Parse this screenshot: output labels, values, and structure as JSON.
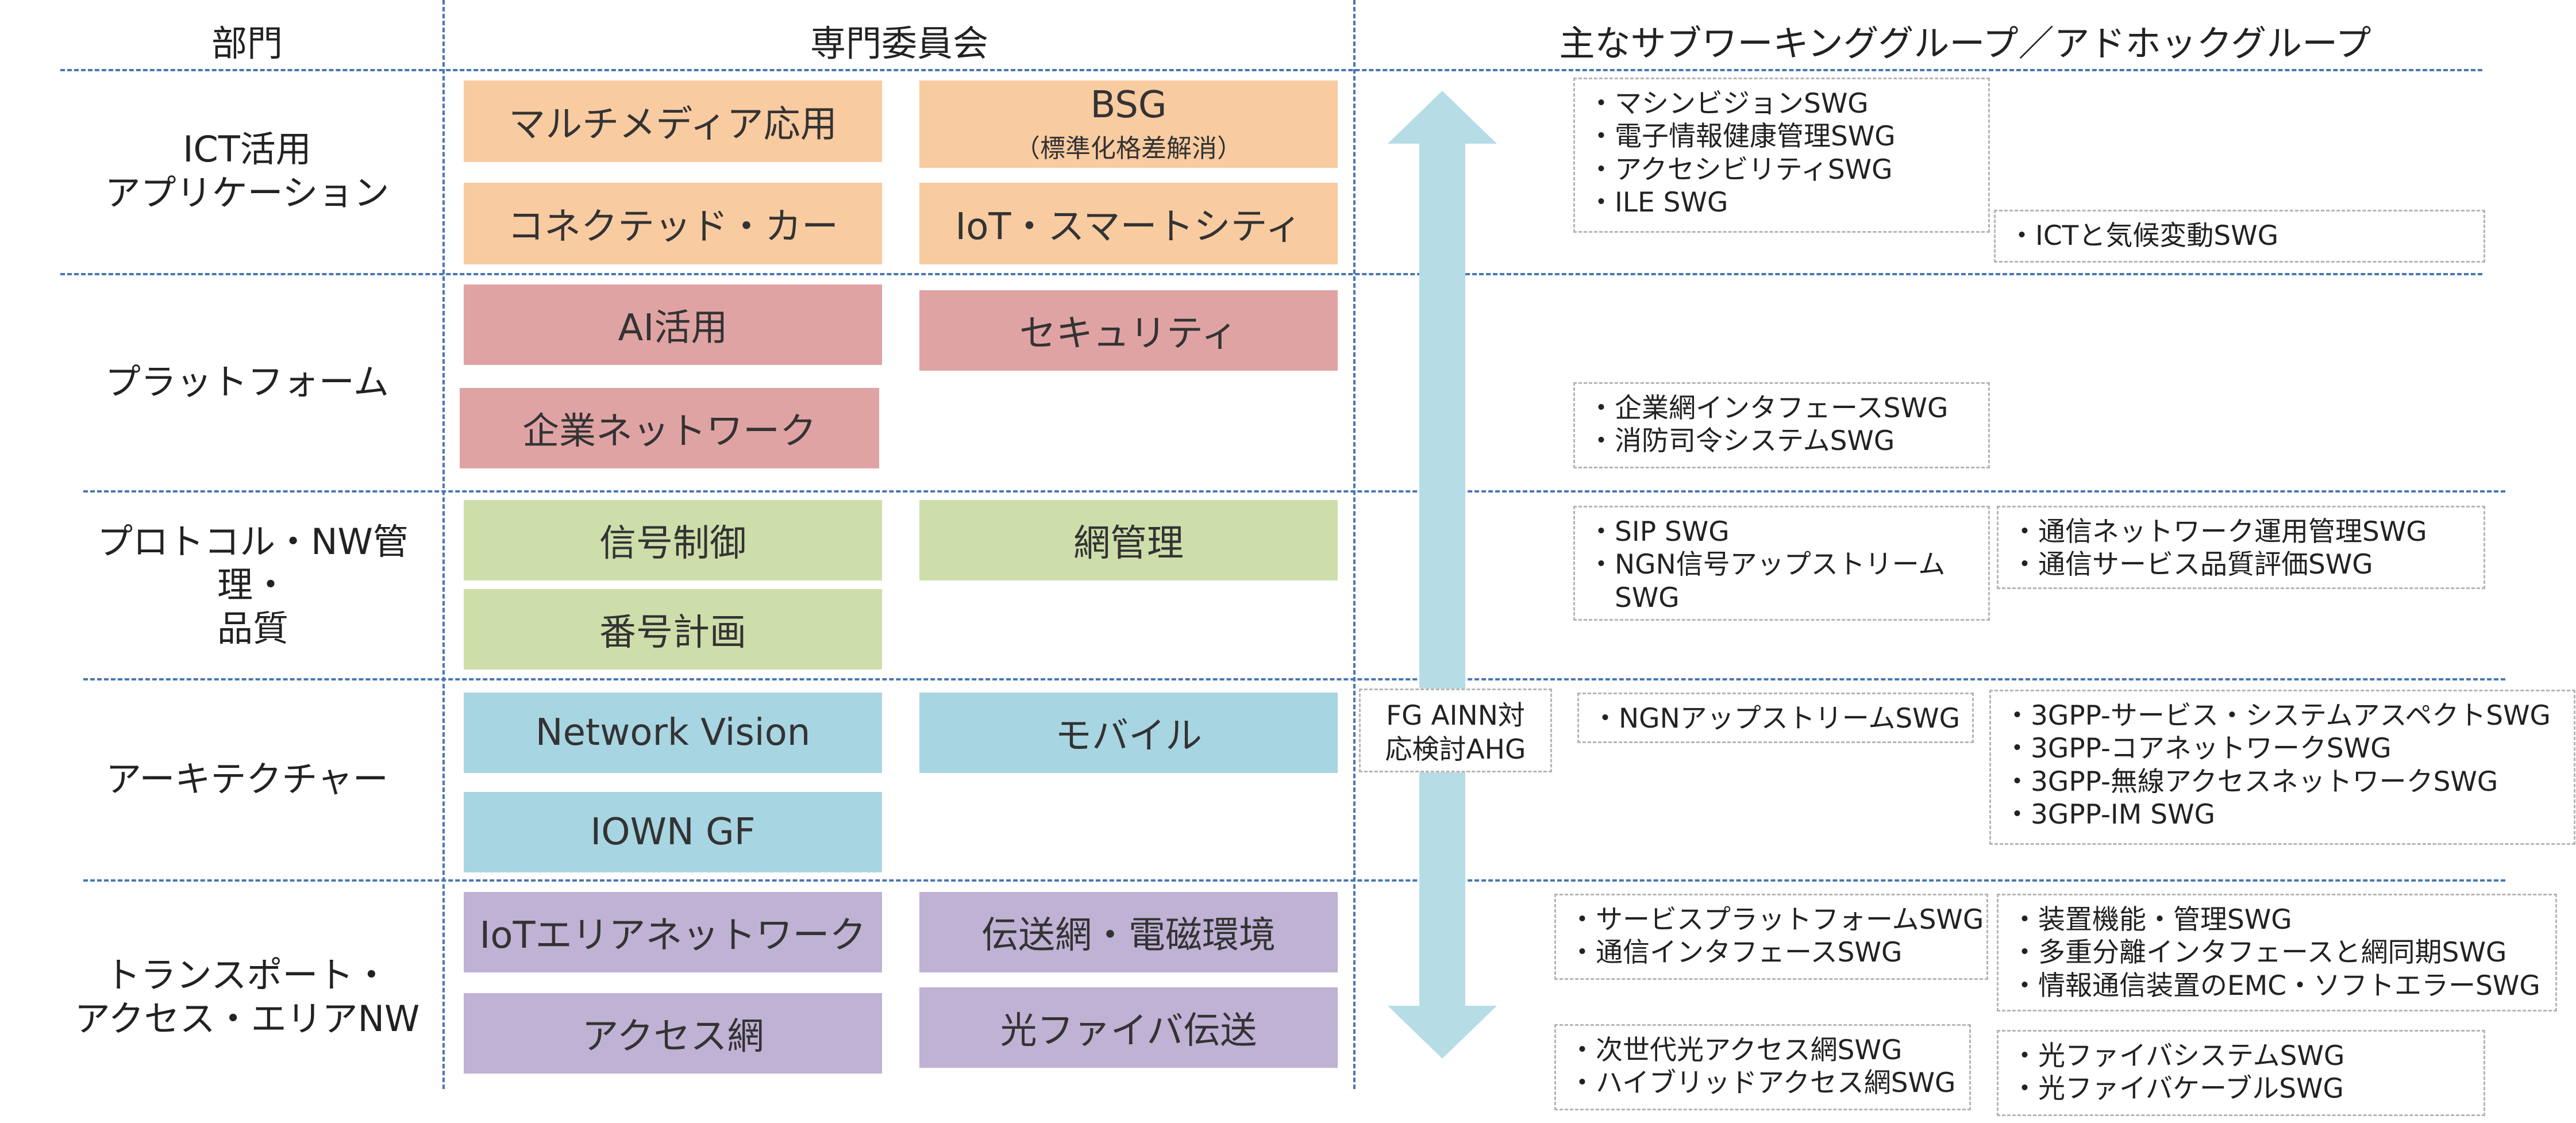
{
  "header": {
    "division": "部門",
    "committee": "専門委員会",
    "working_groups": "主なサブワーキンググループ／アドホックグループ"
  },
  "divisions": [
    {
      "label_lines": [
        "ICT活用",
        "アプリケーション"
      ],
      "committees": [
        {
          "label": "マルチメディア応用"
        },
        {
          "label": "BSG",
          "sub": "（標準化格差解消）"
        },
        {
          "label": "コネクテッド・カー"
        },
        {
          "label": "IoT・スマートシティ"
        }
      ],
      "wg_groups": [
        [
          "・マシンビジョンSWG",
          "・電子情報健康管理SWG",
          "・アクセシビリティSWG",
          "・ILE SWG"
        ],
        [
          "・ICTと気候変動SWG"
        ]
      ]
    },
    {
      "label_lines": [
        "プラットフォーム"
      ],
      "committees": [
        {
          "label": "AI活用"
        },
        {
          "label": "セキュリティ"
        },
        {
          "label": "企業ネットワーク"
        }
      ],
      "wg_groups": [
        [
          "・企業網インタフェースSWG",
          "・消防司令システムSWG"
        ]
      ]
    },
    {
      "label_lines": [
        "プロトコル・NW管理・",
        "品質"
      ],
      "committees": [
        {
          "label": "信号制御"
        },
        {
          "label": "網管理"
        },
        {
          "label": "番号計画"
        }
      ],
      "wg_groups": [
        [
          "・SIP SWG",
          "・NGN信号アップストリーム",
          "　SWG"
        ],
        [
          "・通信ネットワーク運用管理SWG",
          "・通信サービス品質評価SWG"
        ]
      ]
    },
    {
      "label_lines": [
        "アーキテクチャー"
      ],
      "committees": [
        {
          "label": "Network Vision"
        },
        {
          "label": "モバイル"
        },
        {
          "label": "IOWN GF"
        }
      ],
      "ahg": [
        "FG AINN対",
        "応検討AHG"
      ],
      "wg_groups": [
        [
          "・NGNアップストリームSWG"
        ],
        [
          "・3GPP-サービス・システムアスペクトSWG",
          "・3GPP-コアネットワークSWG",
          "・3GPP-無線アクセスネットワークSWG",
          "・3GPP-IM SWG"
        ]
      ]
    },
    {
      "label_lines": [
        "トランスポート・",
        "アクセス・エリアNW"
      ],
      "committees": [
        {
          "label": "IoTエリアネットワーク"
        },
        {
          "label": "伝送網・電磁環境"
        },
        {
          "label": "アクセス網"
        },
        {
          "label": "光ファイバ伝送"
        }
      ],
      "wg_groups": [
        [
          "・サービスプラットフォームSWG",
          "・通信インタフェースSWG"
        ],
        [
          "・装置機能・管理SWG",
          "・多重分離インタフェースと網同期SWG",
          "・情報通信装置のEMC・ソフトエラーSWG"
        ],
        [
          "・次世代光アクセス網SWG",
          "・ハイブリッドアクセス網SWG"
        ],
        [
          "・光ファイバシステムSWG",
          "・光ファイバケーブルSWG"
        ]
      ]
    }
  ],
  "colors": {
    "orange": "#f9cba1",
    "pink": "#e0a3a4",
    "green": "#cedeaa",
    "blue": "#a8d5e2",
    "purple": "#bfb2d4",
    "arrow": "#b6dde6",
    "divider": "#4a77b4"
  }
}
